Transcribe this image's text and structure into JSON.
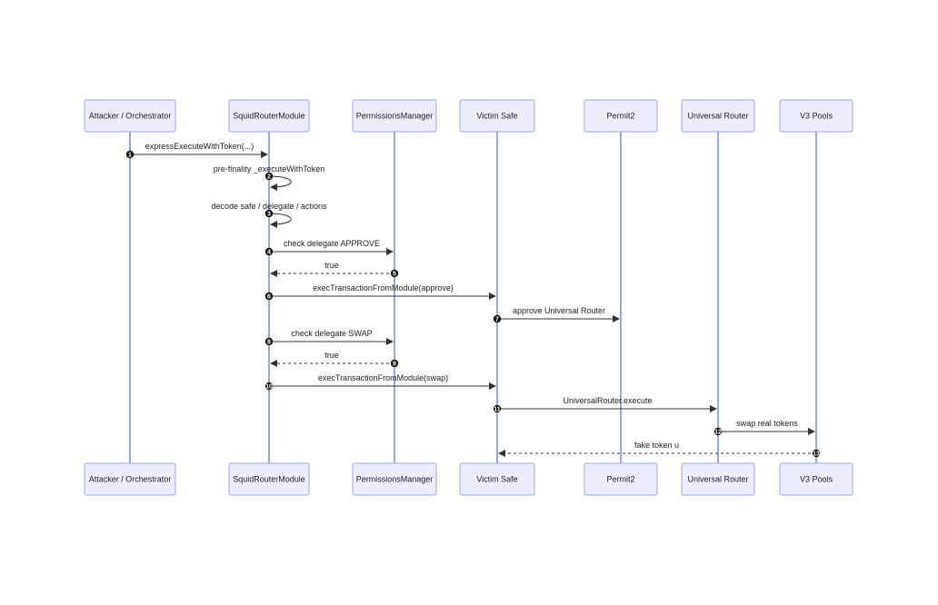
{
  "participants": [
    {
      "id": "attacker",
      "label": "Attacker / Orchestrator"
    },
    {
      "id": "squid",
      "label": "SquidRouterModule"
    },
    {
      "id": "perm",
      "label": "PermissionsManager"
    },
    {
      "id": "safe",
      "label": "Victim Safe"
    },
    {
      "id": "permit2",
      "label": "Permit2"
    },
    {
      "id": "router",
      "label": "Universal Router"
    },
    {
      "id": "pools",
      "label": "V3 Pools"
    }
  ],
  "messages": [
    {
      "n": "1",
      "from": "attacker",
      "to": "squid",
      "label": "expressExecuteWithToken(...)",
      "dashed": false
    },
    {
      "n": "2",
      "from": "squid",
      "to": "squid",
      "label": "pre-finality _executeWithToken",
      "dashed": false
    },
    {
      "n": "3",
      "from": "squid",
      "to": "squid",
      "label": "decode safe / delegate / actions",
      "dashed": false
    },
    {
      "n": "4",
      "from": "squid",
      "to": "perm",
      "label": "check delegate APPROVE",
      "dashed": false
    },
    {
      "n": "5",
      "from": "perm",
      "to": "squid",
      "label": "true",
      "dashed": true
    },
    {
      "n": "6",
      "from": "squid",
      "to": "safe",
      "label": "execTransactionFromModule(approve)",
      "dashed": false
    },
    {
      "n": "7",
      "from": "safe",
      "to": "permit2",
      "label": "approve Universal Router",
      "dashed": false
    },
    {
      "n": "8",
      "from": "squid",
      "to": "perm",
      "label": "check delegate SWAP",
      "dashed": false
    },
    {
      "n": "9",
      "from": "perm",
      "to": "squid",
      "label": "true",
      "dashed": true
    },
    {
      "n": "10",
      "from": "squid",
      "to": "safe",
      "label": "execTransactionFromModule(swap)",
      "dashed": false
    },
    {
      "n": "11",
      "from": "safe",
      "to": "router",
      "label": "UniversalRouter.execute",
      "dashed": false
    },
    {
      "n": "12",
      "from": "router",
      "to": "pools",
      "label": "swap real tokens",
      "dashed": false
    },
    {
      "n": "13",
      "from": "pools",
      "to": "safe",
      "label": "fake token u",
      "dashed": true
    }
  ]
}
